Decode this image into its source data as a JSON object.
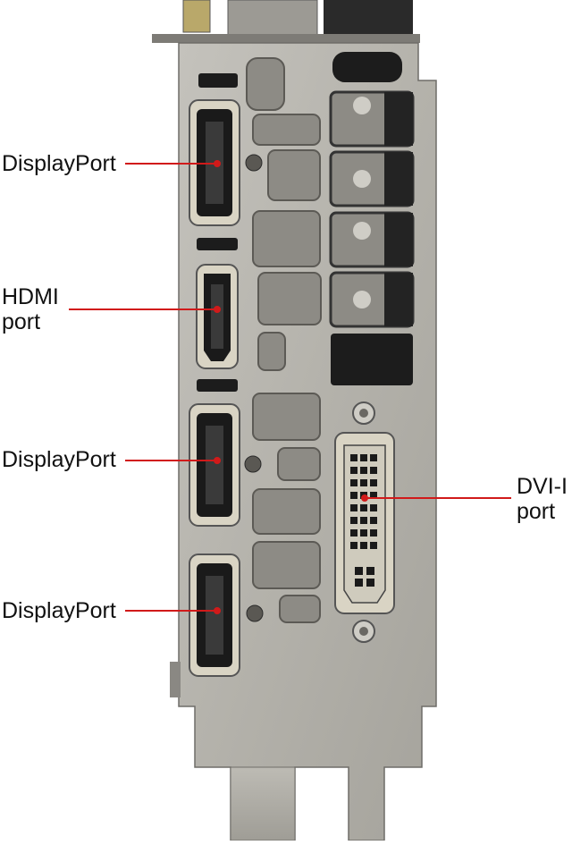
{
  "colors": {
    "background": "#ffffff",
    "bracket_metal": "#b8b6b0",
    "bracket_shadow": "#8e8c86",
    "vent_dark": "#1c1c1c",
    "port_black": "#1a1a1a",
    "port_shell": "#d9d4c4",
    "callout_line": "#d11a1a",
    "label_text": "#111111"
  },
  "labels": {
    "dp1": "DisplayPort",
    "hdmi": "HDMI\nport",
    "dp2": "DisplayPort",
    "dp3": "DisplayPort",
    "dvi": "DVI-I\nport"
  }
}
